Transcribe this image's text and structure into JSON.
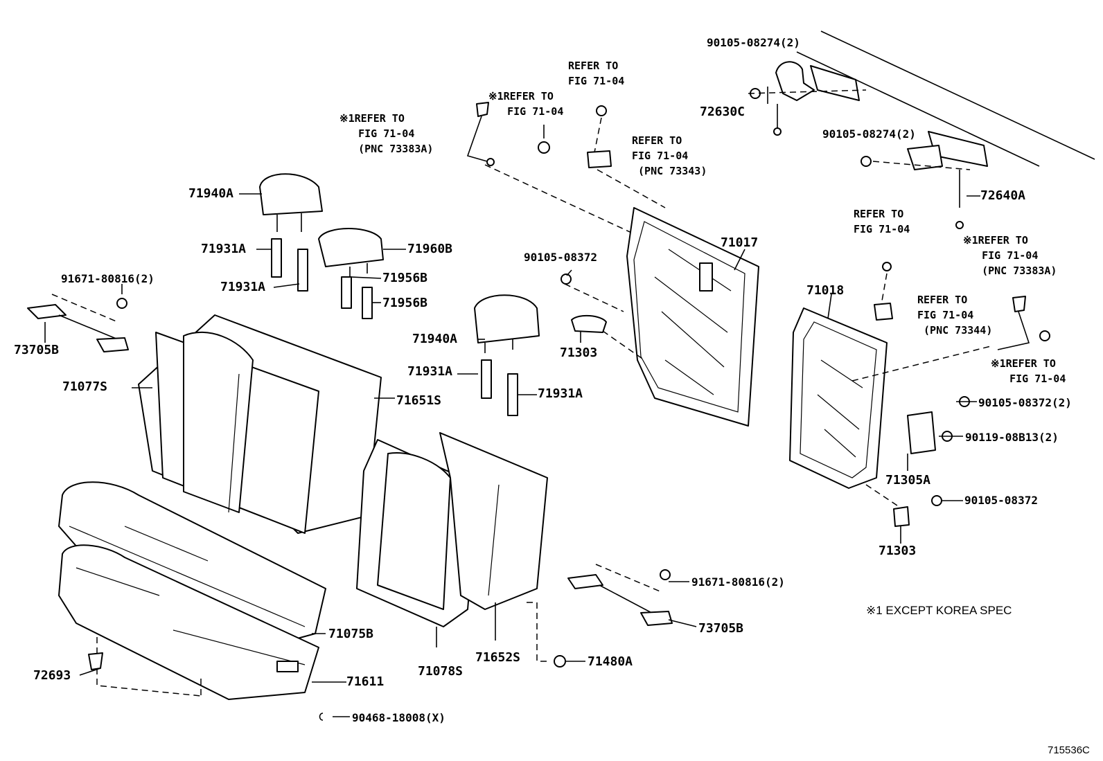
{
  "labels": {
    "p90105_08274_top": "90105-08274(2)",
    "p72630C": "72630C",
    "p90105_08274_mid": "90105-08274(2)",
    "p72640A": "72640A",
    "p71940A_1": "71940A",
    "p71931A_1": "71931A",
    "p71931A_2": "71931A",
    "p71960B": "71960B",
    "p71956B_1": "71956B",
    "p71956B_2": "71956B",
    "p91671_80816_left": "91671-80816(2)",
    "p73705B_left": "73705B",
    "p71077S": "71077S",
    "p71651S": "71651S",
    "p90105_08372_mid": "90105-08372",
    "p71303_mid": "71303",
    "p71017": "71017",
    "p71940A_2": "71940A",
    "p71931A_3": "71931A",
    "p71931A_4": "71931A",
    "p71018": "71018",
    "p90105_08372_right": "90105-08372(2)",
    "p90119_08B13": "90119-08B13(2)",
    "p71305A": "71305A",
    "p90105_08372_low": "90105-08372",
    "p71303_right": "71303",
    "p91671_80816_right": "91671-80816(2)",
    "p73705B_right": "73705B",
    "p71075B": "71075B",
    "p71611": "71611",
    "p72693": "72693",
    "p71078S": "71078S",
    "p71652S": "71652S",
    "p71480A": "71480A",
    "p90468_18008": "90468-18008(X)",
    "figure_code": "715536C"
  },
  "notes": {
    "n1": "※1REFER TO\n   FIG 71-04\n   (PNC 73383A)",
    "n2": "※1REFER TO\n   FIG 71-04",
    "n3": "REFER TO\nFIG 71-04",
    "n4": "REFER TO\nFIG 71-04\n (PNC 73343)",
    "n5": "REFER TO\nFIG 71-04",
    "n6": "※1REFER TO\n   FIG 71-04\n   (PNC 73383A)",
    "n7": "REFER TO\nFIG 71-04\n (PNC 73344)",
    "n8": "※1REFER TO\n   FIG 71-04"
  },
  "footnote": "※1 EXCEPT KOREA SPEC"
}
